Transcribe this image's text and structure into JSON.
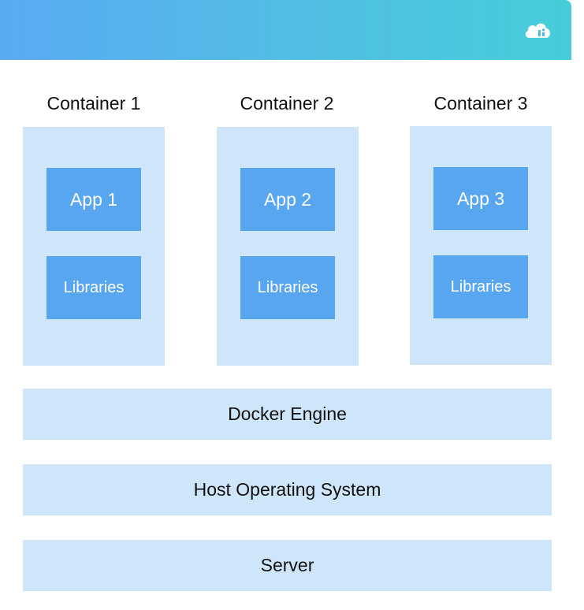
{
  "containers": [
    {
      "title": "Container 1",
      "app": "App 1",
      "libraries": "Libraries"
    },
    {
      "title": "Container 2",
      "app": "App 2",
      "libraries": "Libraries"
    },
    {
      "title": "Container 3",
      "app": "App 3",
      "libraries": "Libraries"
    }
  ],
  "layers": {
    "engine": "Docker Engine",
    "os": "Host Operating System",
    "server": "Server"
  },
  "colors": {
    "header_gradient_start": "#5aaaf2",
    "header_gradient_end": "#46cdd8",
    "panel": "#cfe6fa",
    "box": "#58a6ef",
    "text": "#111111"
  },
  "icons": {
    "logo": "cloud-logo-icon"
  }
}
